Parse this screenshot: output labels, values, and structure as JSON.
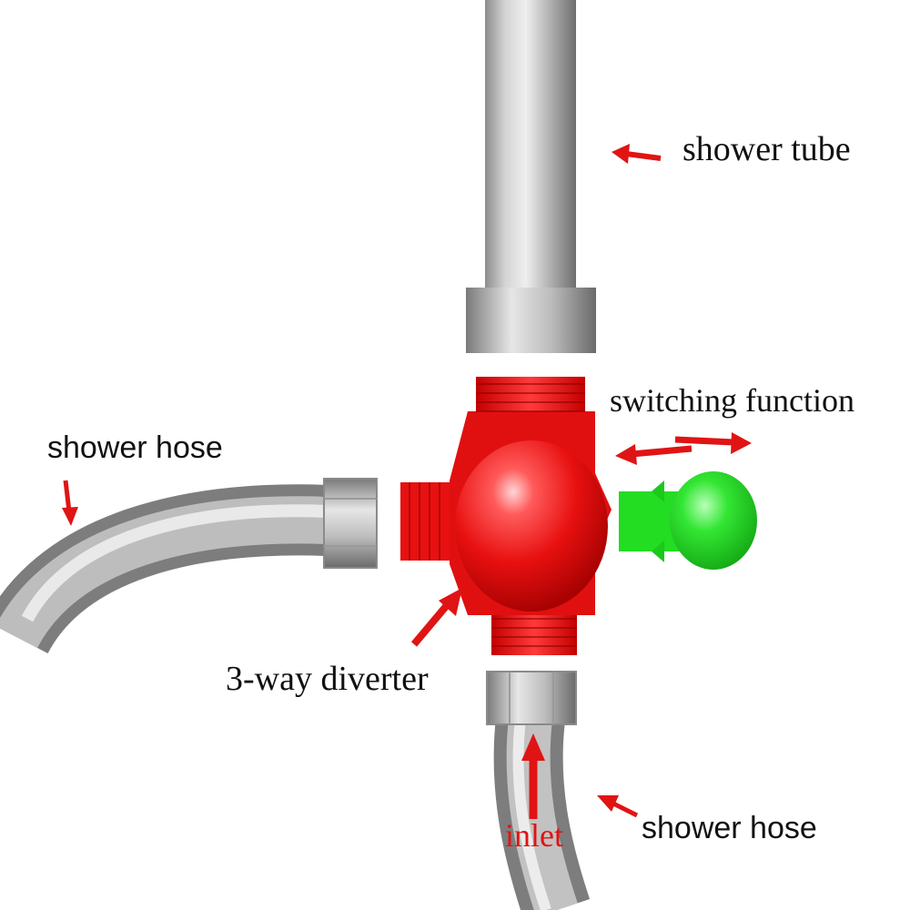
{
  "labels": {
    "shower_tube": "shower tube",
    "switching_function": "switching function",
    "shower_hose_left": "shower hose",
    "diverter": "3-way diverter",
    "shower_hose_bottom": "shower hose",
    "inlet": "inlet"
  },
  "colors": {
    "diverter_body": "#e81010",
    "handle": "#22dd22",
    "arrow": "#e01414",
    "pipe": "#9a9a9a"
  }
}
